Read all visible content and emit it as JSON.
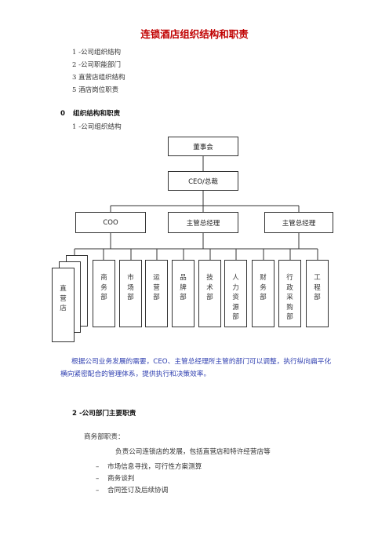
{
  "title": "连锁酒店组织结构和职责",
  "toc": [
    "1 -公司组织结构",
    "2 -公司职能部门",
    "3 直营店组织结构",
    "5 酒店岗位职责"
  ],
  "section0": {
    "num": "0",
    "heading": "组织结构和职责",
    "sub": "1 -公司组织结构"
  },
  "org": {
    "board": "董事会",
    "ceo": "CEO/总裁",
    "level2": [
      "COO",
      "主管总经理",
      "主管总经理"
    ],
    "store": "直营店",
    "departments": [
      "商务部",
      "市场部",
      "运营部",
      "品牌部",
      "技术部",
      "人力资源部",
      "财务部",
      "行政采购部",
      "工程部"
    ]
  },
  "note": "根据公司业务发展的需要，CEO、主管总经理所主管的部门可以调整，执行纵向扁平化横向紧密配合的管理体系，提供执行和决策效率。",
  "section2": {
    "heading": "2 -公司部门主要职责",
    "duty_title": "商务部职责：",
    "description": "负责公司连锁店的发展，包括直营店和特许经营店等",
    "bullets": [
      "市场信息寻找，可行性方案测算",
      "商务谈判",
      "合同签订及后续协调"
    ],
    "dash": "–"
  }
}
